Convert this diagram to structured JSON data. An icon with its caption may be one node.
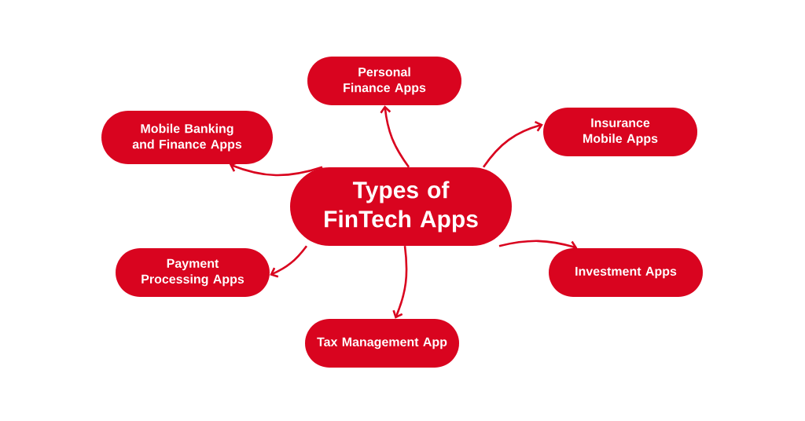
{
  "diagram": {
    "nodes": [
      {
        "text": [
          "Types of FinTech Apps"
        ]
      },
      {
        "text": [
          "Personal Finance Apps"
        ]
      },
      {
        "text": [
          "Mobile Banking and Finance Apps"
        ]
      },
      {
        "text": [
          "Insurance Mobile Apps"
        ]
      },
      {
        "text": [
          "Payment Processing Apps"
        ]
      },
      {
        "text": [
          "Investment Apps"
        ]
      },
      {
        "text": [
          "Tax Management App"
        ]
      }
    ],
    "edges": [
      {
        "from": 0,
        "to": 1,
        "arrow": "to"
      },
      {
        "from": 0,
        "to": 2,
        "arrow": "to"
      },
      {
        "from": 0,
        "to": 3,
        "arrow": "to"
      },
      {
        "from": 0,
        "to": 4,
        "arrow": "to"
      },
      {
        "from": 0,
        "to": 5,
        "arrow": "to"
      },
      {
        "from": 0,
        "to": 6,
        "arrow": "to"
      }
    ]
  }
}
